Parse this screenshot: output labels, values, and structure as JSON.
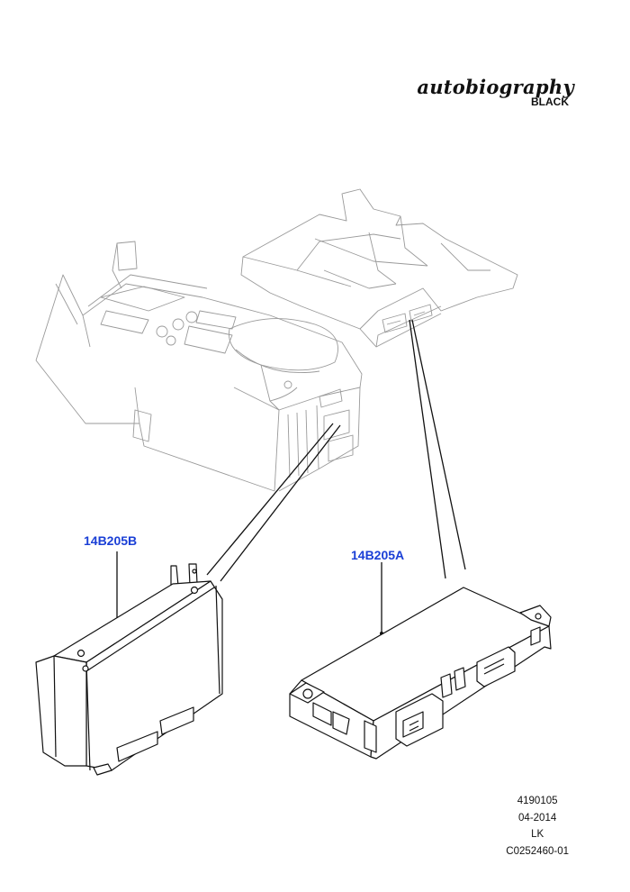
{
  "brand": {
    "script": "autobiography",
    "sub": "BLACK"
  },
  "callouts": {
    "part_b": "14B205B",
    "part_a": "14B205A"
  },
  "codes": {
    "illustration": "4190105",
    "date": "04-2014",
    "author": "LK",
    "reference": "C0252460-01"
  },
  "colors": {
    "callout": "#1a3fd6",
    "line": "#111111",
    "ghost": "#9a9a9a"
  }
}
